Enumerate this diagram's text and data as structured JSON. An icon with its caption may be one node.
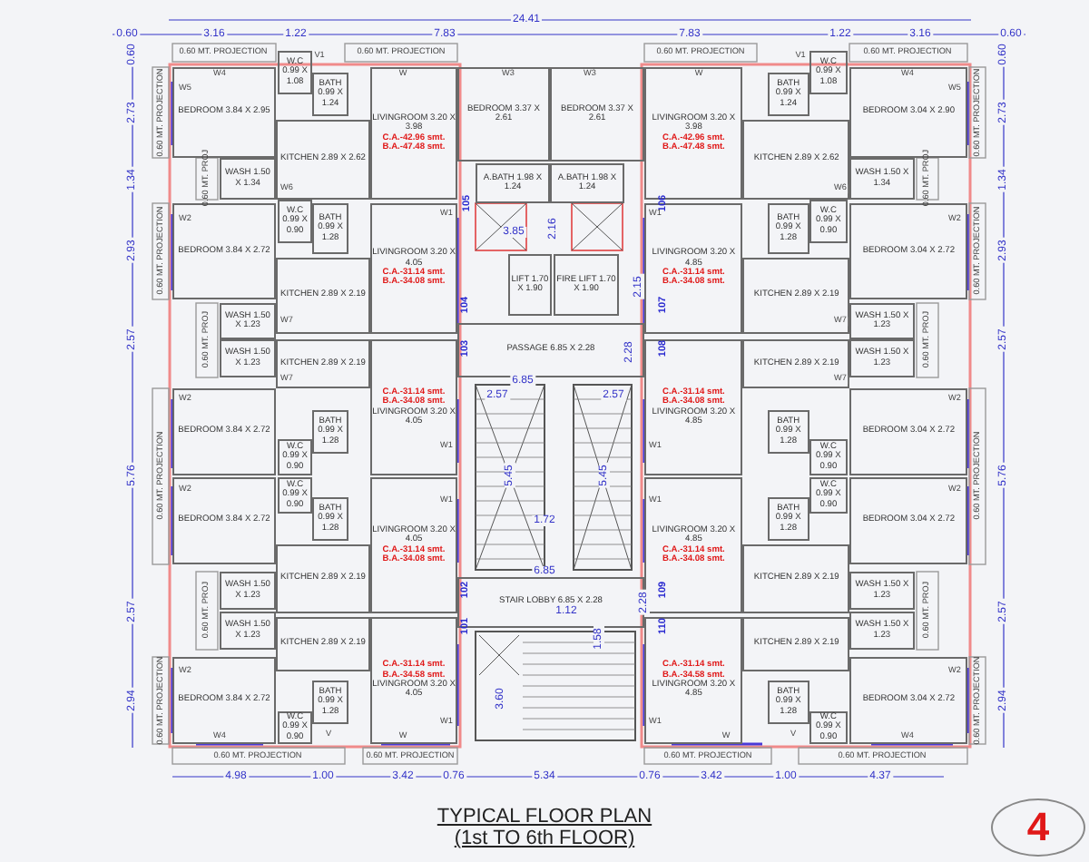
{
  "diagram": {
    "title": "TYPICAL FLOOR PLAN (1st TO 6th FLOOR)",
    "nodes": [
      {
        "text": [
          "BEDROOM 3.84 X 2.95"
        ]
      },
      {
        "text": [
          "W.C 0.99 X 1.08"
        ]
      },
      {
        "text": [
          "BATH 0.99 X 1.24"
        ]
      },
      {
        "text": [
          "KITCHEN 2.89 X 2.62"
        ]
      },
      {
        "text": [
          "LIVINGROOM 3.20 X 3.98",
          "C.A.-42.96 smt.",
          "B.A.-47.48 smt."
        ]
      },
      {
        "text": [
          "WASH 1.50 X 1.34"
        ]
      },
      {
        "text": [
          "BEDROOM 3.84 X 2.72"
        ]
      },
      {
        "text": [
          "W.C 0.99 X 0.90"
        ]
      },
      {
        "text": [
          "BATH 0.99 X 1.28"
        ]
      },
      {
        "text": [
          "LIVINGROOM 3.20 X 4.05",
          "C.A.-31.14 smt.",
          "B.A.-34.08 smt."
        ]
      },
      {
        "text": [
          "KITCHEN 2.89 X 2.19"
        ]
      },
      {
        "text": [
          "WASH 1.50 X 1.23"
        ]
      },
      {
        "text": [
          "WASH 1.50 X 1.23"
        ]
      },
      {
        "text": [
          "KITCHEN 2.89 X 2.19"
        ]
      },
      {
        "text": [
          "C.A.-31.14 smt.",
          "B.A.-34.08 smt.",
          "LIVINGROOM 3.20 X 4.05"
        ]
      },
      {
        "text": [
          "BEDROOM 3.84 X 2.72"
        ]
      },
      {
        "text": [
          "BATH 0.99 X 1.28"
        ]
      },
      {
        "text": [
          "W.C 0.99 X 0.90"
        ]
      },
      {
        "text": [
          "W.C 0.99 X 0.90"
        ]
      },
      {
        "text": [
          "BATH 0.99 X 1.28"
        ]
      },
      {
        "text": [
          "BEDROOM 3.84 X 2.72"
        ]
      },
      {
        "text": [
          "LIVINGROOM 3.20 X 4.05",
          "C.A.-31.14 smt.",
          "B.A.-34.08 smt."
        ]
      },
      {
        "text": [
          "KITCHEN 2.89 X 2.19"
        ]
      },
      {
        "text": [
          "WASH 1.50 X 1.23"
        ]
      },
      {
        "text": [
          "WASH 1.50 X 1.23"
        ]
      },
      {
        "text": [
          "KITCHEN 2.89 X 2.19"
        ]
      },
      {
        "text": [
          "C.A.-31.14 smt.",
          "B.A.-34.58 smt.",
          "LIVINGROOM 3.20 X 4.05"
        ]
      },
      {
        "text": [
          "BEDROOM 3.84 X 2.72"
        ]
      },
      {
        "text": [
          "BATH 0.99 X 1.28"
        ]
      },
      {
        "text": [
          "W.C 0.99 X 0.90"
        ]
      },
      {
        "text": [
          "BEDROOM 3.37 X 2.61"
        ]
      },
      {
        "text": [
          "BEDROOM 3.37 X 2.61"
        ]
      },
      {
        "text": [
          "A.BATH 1.98 X 1.24"
        ]
      },
      {
        "text": [
          "A.BATH 1.98 X 1.24"
        ]
      },
      {
        "text": [
          "LIFT 1.70 X 1.90"
        ]
      },
      {
        "text": [
          "FIRE LIFT 1.70 X 1.90"
        ]
      },
      {
        "text": [
          "PASSAGE 6.85 X 2.28"
        ]
      },
      {
        "text": [
          "STAIR LOBBY 6.85 X 2.28"
        ]
      },
      {
        "text": [
          "BEDROOM 3.04 X 2.90"
        ]
      },
      {
        "text": [
          "W.C 0.99 X 1.08"
        ]
      },
      {
        "text": [
          "BATH 0.99 X 1.24"
        ]
      },
      {
        "text": [
          "KITCHEN 2.89 X 2.62"
        ]
      },
      {
        "text": [
          "LIVINGROOM 3.20 X 3.98",
          "C.A.-42.96 smt.",
          "B.A.-47.48 smt."
        ]
      },
      {
        "text": [
          "WASH 1.50 X 1.34"
        ]
      },
      {
        "text": [
          "BEDROOM 3.04 X 2.72"
        ]
      },
      {
        "text": [
          "W.C 0.99 X 0.90"
        ]
      },
      {
        "text": [
          "BATH 0.99 X 1.28"
        ]
      },
      {
        "text": [
          "LIVINGROOM 3.20 X 4.85",
          "C.A.-31.14 smt.",
          "B.A.-34.08 smt."
        ]
      },
      {
        "text": [
          "KITCHEN 2.89 X 2.19"
        ]
      },
      {
        "text": [
          "WASH 1.50 X 1.23"
        ]
      },
      {
        "text": [
          "WASH 1.50 X 1.23"
        ]
      },
      {
        "text": [
          "KITCHEN 2.89 X 2.19"
        ]
      },
      {
        "text": [
          "C.A.-31.14 smt.",
          "B.A.-34.08 smt.",
          "LIVINGROOM 3.20 X 4.85"
        ]
      },
      {
        "text": [
          "BEDROOM 3.04 X 2.72"
        ]
      },
      {
        "text": [
          "BATH 0.99 X 1.28"
        ]
      },
      {
        "text": [
          "W.C 0.99 X 0.90"
        ]
      },
      {
        "text": [
          "W.C 0.99 X 0.90"
        ]
      },
      {
        "text": [
          "BATH 0.99 X 1.28"
        ]
      },
      {
        "text": [
          "BEDROOM 3.04 X 2.72"
        ]
      },
      {
        "text": [
          "LIVINGROOM 3.20 X 4.85",
          "C.A.-31.14 smt.",
          "B.A.-34.08 smt."
        ]
      },
      {
        "text": [
          "KITCHEN 2.89 X 2.19"
        ]
      },
      {
        "text": [
          "WASH 1.50 X 1.23"
        ]
      },
      {
        "text": [
          "WASH 1.50 X 1.23"
        ]
      },
      {
        "text": [
          "KITCHEN 2.89 X 2.19"
        ]
      },
      {
        "text": [
          "C.A.-31.14 smt.",
          "B.A.-34.58 smt.",
          "LIVINGROOM 3.20 X 4.85"
        ]
      },
      {
        "text": [
          "BEDROOM 3.04 X 2.72"
        ]
      },
      {
        "text": [
          "BATH 0.99 X 1.28"
        ]
      },
      {
        "text": [
          "W.C 0.99 X 0.90"
        ]
      },
      {
        "text": [
          "4"
        ]
      }
    ],
    "labels": [
      "24.41",
      "0.60",
      "3.16",
      "1.22",
      "7.83",
      "7.83",
      "1.22",
      "3.16",
      "0.60",
      "0.60 MT. PROJECTION",
      "0.60 MT. PROJECTION",
      "0.60 MT. PROJECTION",
      "0.60 MT. PROJECTION",
      "0.60",
      "2.73",
      "1.34",
      "2.93",
      "2.57",
      "5.76",
      "2.57",
      "2.94",
      "0.60",
      "2.73",
      "1.34",
      "2.93",
      "2.57",
      "5.76",
      "2.57",
      "2.94",
      "0.60 MT. PROJECTION",
      "0.60 MT. PROJECTION",
      "0.60 MT. PROJECTION",
      "0.60 MT. PROJECTION",
      "0.60 MT. PROJ",
      "0.60 MT. PROJ",
      "0.60 MT. PROJ",
      "0.60 MT. PROJECTION",
      "0.60 MT. PROJECTION",
      "0.60 MT. PROJECTION",
      "0.60 MT. PROJECTION",
      "0.60 MT. PROJ",
      "0.60 MT. PROJ",
      "0.60 MT. PROJ",
      "3.85",
      "2.16",
      "2.15",
      "2.28",
      "6.85",
      "2.57",
      "2.57",
      "5.45",
      "5.45",
      "1.72",
      "6.85",
      "2.28",
      "1.12",
      "1.58",
      "3.60",
      "105",
      "106",
      "104",
      "103",
      "107",
      "108",
      "102",
      "101",
      "109",
      "110",
      "0.60 MT. PROJECTION",
      "0.60 MT. PROJECTION",
      "0.60 MT. PROJECTION",
      "0.60 MT. PROJECTION",
      "4.98",
      "1.00",
      "3.42",
      "0.76",
      "5.34",
      "0.76",
      "3.42",
      "1.00",
      "4.37",
      "W4",
      "W5",
      "V1",
      "W",
      "W3",
      "W3",
      "W",
      "V1",
      "W4",
      "W5",
      "W6",
      "W6",
      "W2",
      "W2",
      "W1",
      "W1",
      "W7",
      "W7",
      "W7",
      "W7",
      "W2",
      "W2",
      "W2",
      "W2",
      "W1",
      "W1",
      "W1",
      "W1",
      "W2",
      "W4",
      "V",
      "W",
      "W1",
      "W1",
      "W",
      "V",
      "W4",
      "W2"
    ]
  }
}
